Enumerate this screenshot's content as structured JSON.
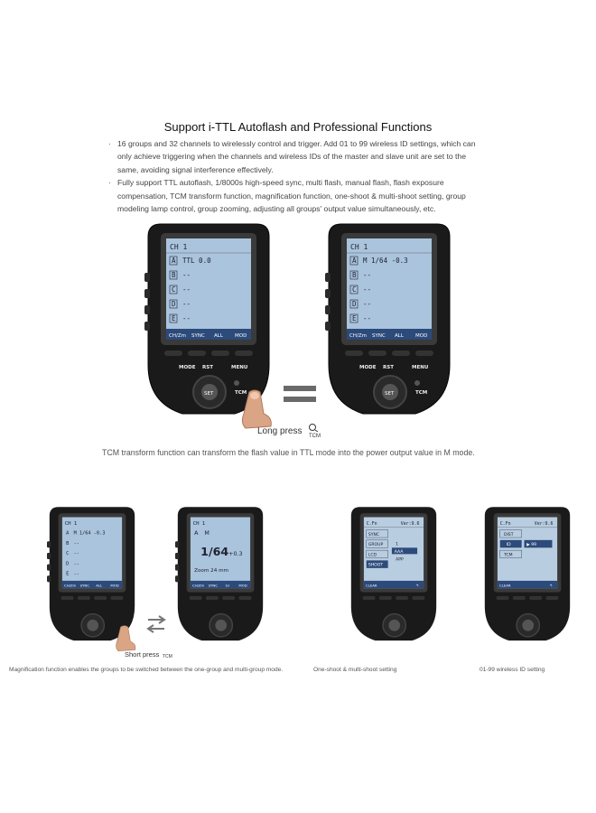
{
  "title": "Support i-TTL Autoflash and Professional Functions",
  "bullets": [
    {
      "marker": "·",
      "text": "16 groups and 32 channels to wirelessly control and trigger. Add 01 to 99 wireless ID settings, which can only achieve triggering when the channels and wireless IDs of the master and slave unit are set to the same, avoiding signal interference effectively."
    },
    {
      "marker": "·",
      "text": "Fully support TTL autoflash, 1/8000s high-speed sync, multi flash, manual flash, flash exposure compensation, TCM transform function, magnification function, one-shoot & multi-shoot setting, group modeling lamp control, group zooming, adjusting all groups' output value simultaneously, etc."
    }
  ],
  "tcm_caption": "TCM transform function can transform the flash value in TTL mode into the power output value in M mode.",
  "long_press": "Long press",
  "short_press": "Short press",
  "tcm_label": "TCM",
  "magnification_caption": "Magnification function enables the groups to be switched between the one-group and multi-group mode.",
  "oneshoot_caption": "One-shoot & multi-shoot setting",
  "wireless_caption": "01-99 wireless ID setting",
  "device_buttons": {
    "mode": "MODE",
    "rst": "RST",
    "menu": "MENU",
    "set": "SET",
    "tcm": "TCM"
  },
  "screens": {
    "ttl": {
      "header": "CH 1",
      "groups": [
        "A",
        "B",
        "C",
        "D",
        "E"
      ],
      "values": [
        "TTL   0.0",
        "--",
        "--",
        "--",
        "--"
      ],
      "softkeys": [
        "CH/Zm",
        "SYNC",
        "ALL",
        "MOD"
      ]
    },
    "manual": {
      "header": "CH 1",
      "groups": [
        "A",
        "B",
        "C",
        "D",
        "E"
      ],
      "values": [
        "M   1/64  -0.3",
        "--",
        "--",
        "--",
        "--"
      ],
      "softkeys": [
        "CH/Zm",
        "SYNC",
        "ALL",
        "MOD"
      ]
    },
    "zoomed": {
      "header": "CH 1",
      "group": "A",
      "mode": "M",
      "power": "1/64",
      "comp": "+0.3",
      "zoom": "Zoom 24  mm",
      "softkeys": [
        "CH/Zm",
        "SYNC",
        "Gr",
        "MOD"
      ]
    },
    "cfn_shoot": {
      "header_left": "C.Fn",
      "header_right": "Ver:9.6",
      "items": [
        "SYNC",
        "GROUP",
        "LCD",
        "SHOOT"
      ],
      "selected": "SHOOT",
      "value1": "1",
      "value2": "AAA",
      "value3": "APP",
      "softkeys": [
        "CLEAR",
        "↰"
      ]
    },
    "cfn_id": {
      "header_left": "C.Fn",
      "header_right": "Ver:9.6",
      "items": [
        "DIST",
        "ID",
        "TCM"
      ],
      "selected": "ID",
      "value": "▶ 99",
      "softkeys": [
        "CLEAR",
        "↰"
      ]
    }
  }
}
